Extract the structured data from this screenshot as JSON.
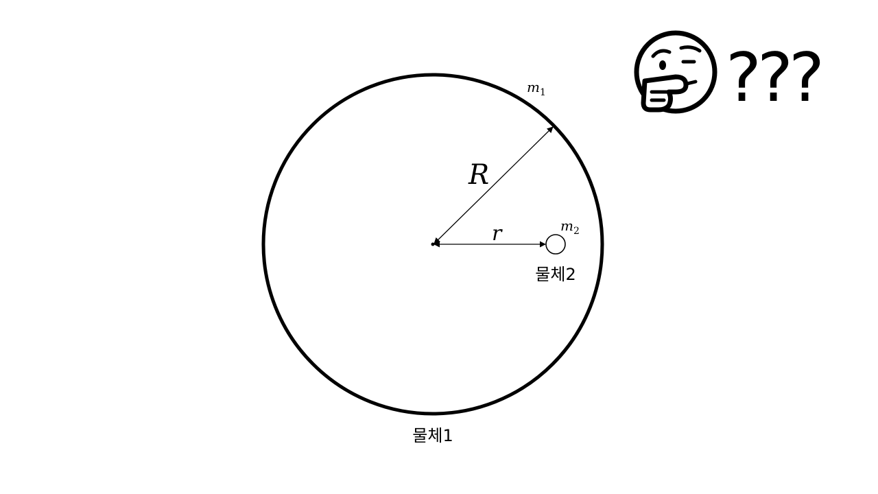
{
  "diagram": {
    "outer_mass_label": {
      "symbol": "m",
      "subscript": "1"
    },
    "inner_mass_label": {
      "symbol": "m",
      "subscript": "2"
    },
    "outer_radius_label": "R",
    "inner_distance_label": "r",
    "object1_label": "물체1",
    "object2_label": "물체2"
  },
  "reaction": {
    "icon": "thinking-face-icon",
    "text": "???"
  },
  "colors": {
    "stroke": "#000000",
    "background": "#ffffff"
  }
}
